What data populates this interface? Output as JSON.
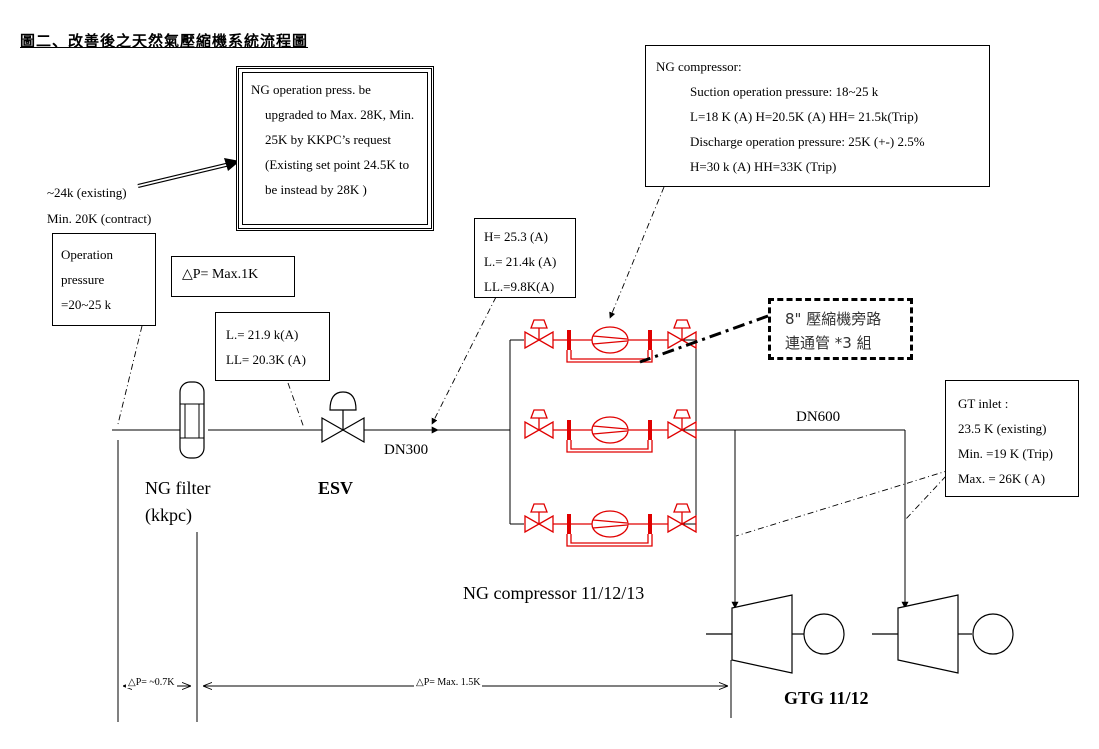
{
  "title": "圖二、改善後之天然氣壓縮機系統流程圖",
  "upgrade_note": {
    "lines": [
      "NG operation press. be",
      "upgraded to Max. 28K, Min.",
      "25K by KKPC’s request",
      "(Existing set point 24.5K to",
      "be instead by 28K )"
    ]
  },
  "existing_supply": {
    "lines": [
      "~24k (existing)",
      "Min. 20K (contract)"
    ]
  },
  "operation_pressure": {
    "lines": [
      "Operation",
      "pressure",
      "=20~25 k"
    ]
  },
  "filter_dp": {
    "label": "△P= Max.1K"
  },
  "esv_alarm": {
    "lines": [
      "L.= 21.9 k(A)",
      "LL= 20.3K (A)"
    ]
  },
  "header_alarm": {
    "lines": [
      "H= 25.3 (A)",
      "L.= 21.4k (A)",
      "LL.=9.8K(A)"
    ]
  },
  "compressor_note": {
    "lines": [
      "NG compressor:",
      "Suction operation pressure: 18~25 k",
      "L=18 K (A) H=20.5K (A) HH= 21.5k(Trip)",
      "Discharge operation pressure: 25K    (+-) 2.5%",
      "H=30 k (A) HH=33K (Trip)"
    ]
  },
  "bypass_note": {
    "lines": [
      "8\"  壓縮機旁路",
      "連通管  *3  組"
    ]
  },
  "gt_inlet": {
    "lines": [
      "GT inlet :",
      "23.5 K (existing)",
      "Min. =19 K (Trip)",
      "Max. = 26K ( A)"
    ]
  },
  "labels": {
    "ng_filter": "NG filter",
    "kkpc": "(kkpc)",
    "esv": "ESV",
    "dn300": "DN300",
    "dn600": "DN600",
    "compressor_group": "NG compressor 11/12/13",
    "gtg": "GTG 11/12",
    "dp_filter_measure": "△P= ~0.7K",
    "dp_total_measure": "△P= Max. 1.5K"
  },
  "colors": {
    "equipment": "#e00000",
    "line": "#000000"
  }
}
